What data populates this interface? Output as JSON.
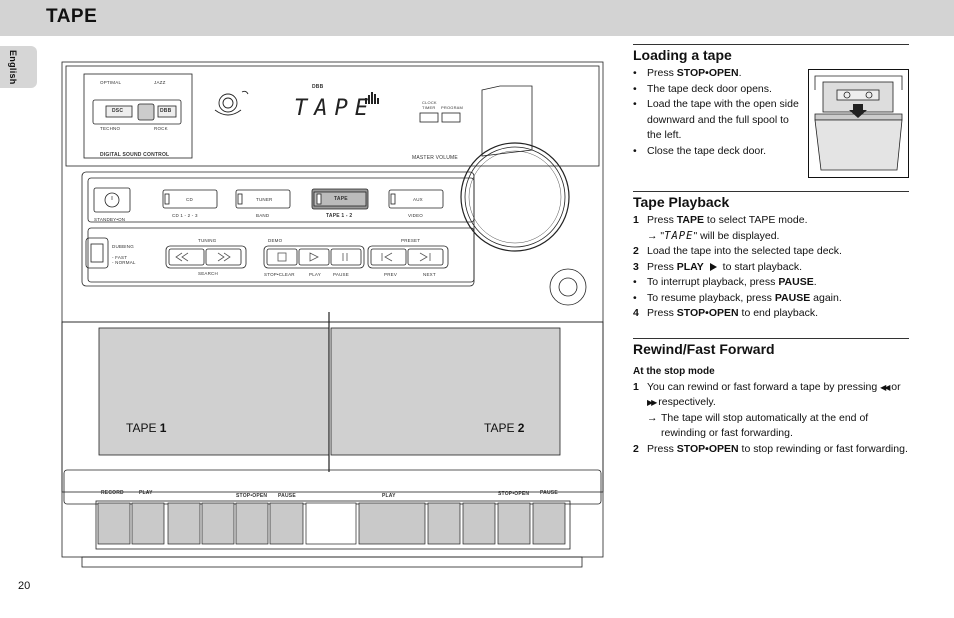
{
  "header": {
    "title": "TAPE"
  },
  "side_tab": {
    "label": "English"
  },
  "page_number": "20",
  "device": {
    "sound_control": {
      "optimal": "OPTIMAL",
      "jazz": "JAZZ",
      "dsc": "DSC",
      "dbb": "DBB",
      "techno": "TECHNO",
      "rock": "ROCK",
      "caption": "DIGITAL SOUND CONTROL"
    },
    "display": {
      "dbb_indicator": "DBB",
      "lcd": "TAPE",
      "clock_timer": "CLOCK\nTIMER",
      "program": "PROGRAM",
      "master_volume": "MASTER VOLUME"
    },
    "sources": {
      "cd": "CD",
      "tuner": "TUNER",
      "tape": "TAPE",
      "aux": "AUX",
      "cd_sub": "CD 1 - 2 - 3",
      "band": "BAND",
      "tape_sub": "TAPE 1 - 2",
      "video": "VIDEO",
      "standby": "STANDBY•ON"
    },
    "controls": {
      "dubbing": "DUBBING",
      "fast": "- FAST",
      "normal": "- NORMAL",
      "tuning": "TUNING",
      "search": "SEARCH",
      "demo": "DEMO",
      "stop_clear": "STOP•CLEAR",
      "play": "PLAY",
      "pause": "PAUSE",
      "preset": "PRESET",
      "prev": "PREV",
      "next": "NEXT"
    },
    "decks": {
      "tape1_word": "TAPE",
      "tape1_num": "1",
      "tape2_word": "TAPE",
      "tape2_num": "2",
      "record": "RECORD",
      "play1": "PLAY",
      "stop_open1": "STOP•OPEN",
      "pause1": "PAUSE",
      "play2": "PLAY",
      "stop_open2": "STOP•OPEN",
      "pause2": "PAUSE"
    }
  },
  "loading": {
    "title": "Loading a tape",
    "press": "Press ",
    "stop_open": "STOP•OPEN",
    "period": ".",
    "door_opens": "The tape deck door opens.",
    "load_tape": "Load the tape with the open side downward and the full spool to the left.",
    "close_door": "Close the tape deck door."
  },
  "playback": {
    "title": "Tape Playback",
    "s1_pre": "Press ",
    "s1_bold": "TAPE",
    "s1_post": " to select TAPE mode.",
    "s1_arrow_pre": "\"",
    "s1_lcd": "TAPE",
    "s1_arrow_post": "\" will be displayed.",
    "s2": "Load the tape into the selected tape deck.",
    "s3_pre": "Press ",
    "s3_bold": "PLAY",
    "s3_post": " to start playback.",
    "b1_pre": "To interrupt playback, press ",
    "b1_bold": "PAUSE",
    "b1_post": ".",
    "b2_pre": "To resume playback, press ",
    "b2_bold": "PAUSE",
    "b2_post": " again.",
    "s4_pre": "Press ",
    "s4_bold": "STOP•OPEN",
    "s4_post": " to end playback."
  },
  "rewind": {
    "title": "Rewind/Fast Forward",
    "subhead": "At the stop mode",
    "s1_pre": "You can rewind or fast forward a tape by pressing ",
    "s1_rew": "◀◀",
    "s1_mid": " or ",
    "s1_ff": "▶▶",
    "s1_post": " respectively.",
    "s1_arrow": "The tape will stop automatically at the end of rewinding or fast forwarding.",
    "s2_pre": "Press ",
    "s2_bold": "STOP•OPEN",
    "s2_post": " to stop rewinding or fast forwarding."
  },
  "markers": {
    "bullet": "•",
    "arrow": "→",
    "n1": "1",
    "n2": "2",
    "n3": "3",
    "n4": "4"
  }
}
